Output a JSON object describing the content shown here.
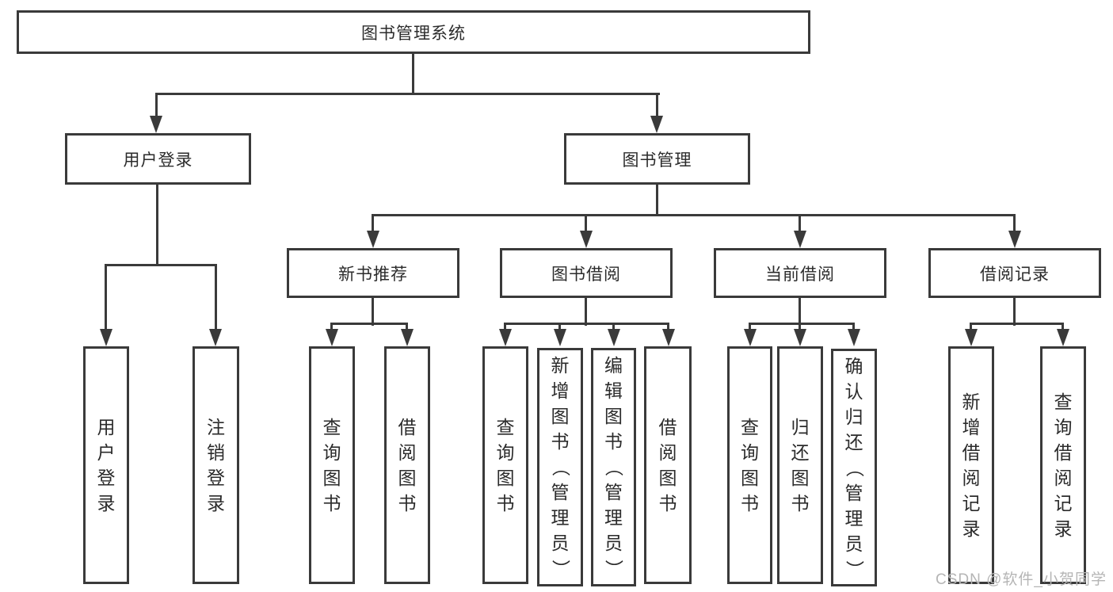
{
  "diagram": {
    "nodes": {
      "root": "图书管理系统",
      "user_login": "用户登录",
      "book_mgmt": "图书管理",
      "leaf_user_login": "用户登录",
      "leaf_logout": "注销登录",
      "new_book_rec": "新书推荐",
      "book_borrow": "图书借阅",
      "current_borrow": "当前借阅",
      "borrow_record": "借阅记录",
      "nb_query_book": "查询图书",
      "nb_borrow_book": "借阅图书",
      "bb_query_book": "查询图书",
      "bb_add_book": "新增图书（管理员）",
      "bb_edit_book": "编辑图书（管理员）",
      "bb_borrow_book": "借阅图书",
      "cb_query_book": "查询图书",
      "cb_return_book": "归还图书",
      "cb_confirm_return": "确认归还（管理员）",
      "br_add_record": "新增借阅记录",
      "br_query_record": "查询借阅记录"
    },
    "watermark": "CSDN @软件_小贺同学",
    "colors": {
      "line": "#3a3a3a",
      "watermark": "#b5b5b5"
    }
  }
}
